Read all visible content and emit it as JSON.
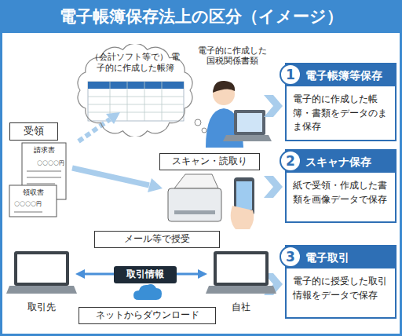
{
  "diagram": {
    "title": "電子帳簿保存法上の区分（イメージ）",
    "nodes": [
      {
        "text": [
          "（会計ソフト等で） 電子的に作成した帳簿"
        ]
      },
      {
        "text": [
          "受領"
        ]
      },
      {
        "text": [
          "スキャン・読取り"
        ]
      },
      {
        "text": [
          "メール等で授受"
        ]
      },
      {
        "text": [
          "取引情報"
        ]
      },
      {
        "text": [
          "ネットからダウンロード"
        ]
      },
      {
        "text": [
          "電子帳簿等保存",
          "電子的に作成した帳簿・書類をデータのまま保存"
        ]
      },
      {
        "text": [
          "1"
        ],
        "in": 6
      },
      {
        "text": [
          "スキャナ保存",
          "紙で受領・作成した書類を画像データで保存"
        ]
      },
      {
        "text": [
          "2"
        ],
        "in": 8
      },
      {
        "text": [
          "電子取引",
          "電子的に授受した取引情報をデータで保存"
        ]
      },
      {
        "text": [
          "3"
        ],
        "in": 10
      }
    ],
    "labels": [
      "電子的に作成した国税関係書類",
      "請求書",
      "〇〇〇〇円",
      "領収書",
      "〇〇〇〇円",
      "取引先",
      "自社"
    ]
  }
}
